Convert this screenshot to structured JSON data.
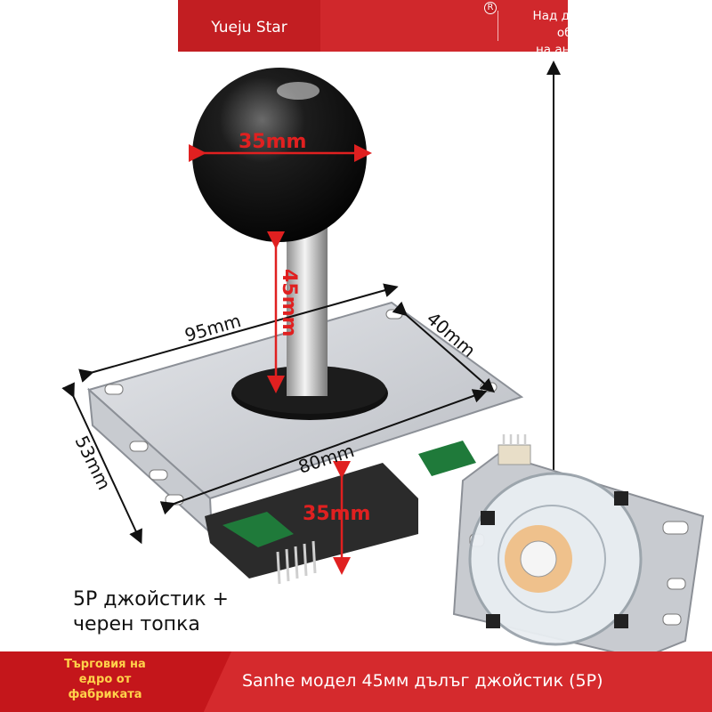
{
  "top_banner": {
    "brand": "Yueju Star",
    "registered_mark": "R",
    "tagline_line1": "Над десет години в обслужване",
    "tagline_line2": "на анимационната индустрия"
  },
  "bottom_banner": {
    "badge_line1": "Търговия на",
    "badge_line2": "едро от",
    "badge_line3": "фабриката",
    "title": "Sanhe модел 45мм дълъг джойстик (5P)"
  },
  "caption": {
    "line1": "5P джойстик +",
    "line2": "черен топка"
  },
  "dimensions": {
    "ball": "35mm",
    "shaft": "45mm",
    "plate_length": "95mm",
    "plate_depth": "40mm",
    "plate_height": "53mm",
    "hole_spacing": "80mm",
    "base": "35mm"
  },
  "colors": {
    "brand_red": "#d0282c",
    "badge_yellow": "#ffd24a",
    "dimension_red": "#e02020"
  }
}
